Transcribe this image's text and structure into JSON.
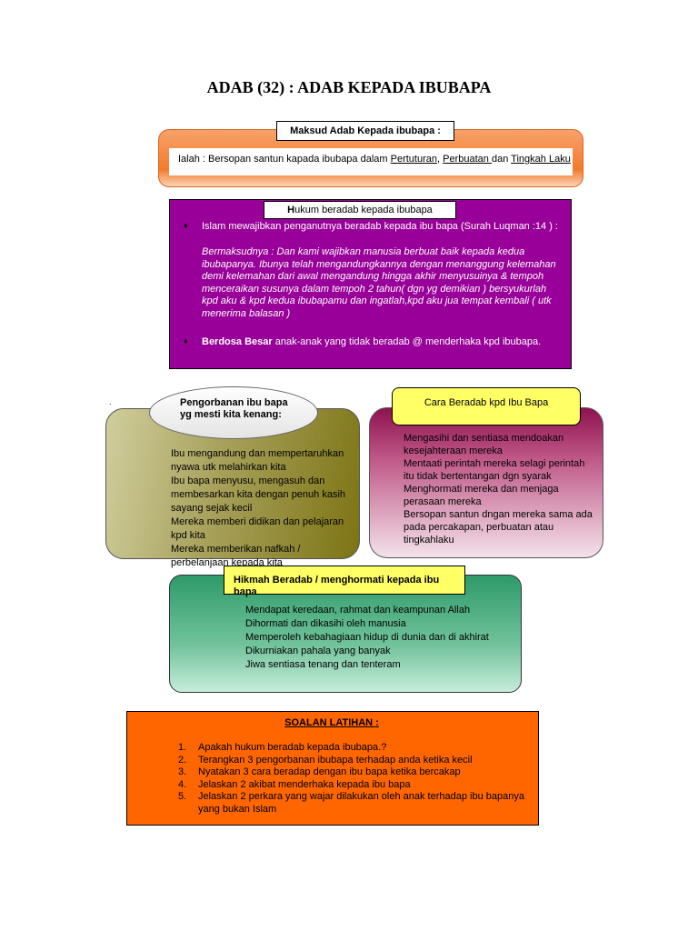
{
  "title": "ADAB (32) : ADAB KEPADA IBUBAPA",
  "maksud": {
    "label": "Maksud Adab Kepada ibubapa :",
    "text_prefix": "Ialah : Bersopan santun kapada ibubapa dalam ",
    "u1": "Pertuturan",
    "sep1": ", ",
    "u2": "Perbuatan ",
    "sep2": " dan ",
    "u3": "Tingkah Laku"
  },
  "hukum": {
    "label_first": "H",
    "label_rest": "ukum beradab kepada ibubapa",
    "bullet": "♦",
    "p1": "Islam mewajibkan penganutnya beradab kepada ibu bapa (Surah Luqman :14 ) :",
    "p2": "Bermaksudnya :  Dan kami wajibkan manusia berbuat baik kepada kedua ibubapanya. Ibunya telah mengandungkannya dengan menanggung kelemahan demi kelemahan dari awal mengandung hingga akhir menyusuinya & tempoh menceraikan susunya dalam tempoh 2 tahun( dgn yg demikian ) bersyukurlah kpd aku & kpd kedua ibubapamu dan ingatlah,kpd aku jua tempat  kembali ( utk menerima balasan )",
    "p3_bold": "Berdosa Besar",
    "p3_rest": " anak-anak yang tidak beradab @ menderhaka kpd ibubapa."
  },
  "pengorbanan": {
    "heading": "Pengorbanan ibu bapa\n yg mesti  kita kenang:",
    "items": [
      "Ibu mengandung dan mempertaruhkan nyawa utk melahirkan kita",
      "Ibu bapa menyusu,  mengasuh dan membesarkan kita dengan penuh kasih sayang sejak kecil",
      "Mereka memberi didikan dan pelajaran kpd kita",
      "Mereka memberikan  nafkah / perbelanjaan kepada kita"
    ],
    "dot": "."
  },
  "cara": {
    "label": "Cara Beradab kpd Ibu Bapa",
    "items": [
      "Mengasihi dan sentiasa mendoakan kesejahteraan mereka",
      "Mentaati perintah mereka selagi perintah itu tidak bertentangan dgn syarak",
      "Menghormati mereka dan menjaga perasaan mereka",
      "Bersopan santun dngan mereka sama ada pada percakapan,  perbuatan atau tingkahlaku"
    ]
  },
  "hikmah": {
    "label": "Hikmah Beradab / menghormati  kepada ibu bapa",
    "items": [
      "Mendapat keredaan, rahmat dan keampunan Allah",
      "Dihormati dan dikasihi oleh manusia",
      "Memperoleh kebahagiaan hidup di dunia dan di akhirat",
      "Dikurniakan pahala yang banyak",
      "Jiwa sentiasa tenang dan tenteram"
    ]
  },
  "soalan": {
    "title": "SOALAN LATIHAN :",
    "questions": [
      {
        "n": "1.",
        "q": "Apakah hukum beradab kepada ibubapa.?"
      },
      {
        "n": "2.",
        "q": "Terangkan  3 pengorbanan ibubapa terhadap anda ketika kecil"
      },
      {
        "n": "3.",
        "q": "Nyatakan 3 cara beradap dengan ibu bapa ketika bercakap"
      },
      {
        "n": "4.",
        "q": "Jelaskan 2 akibat menderhaka kepada ibu bapa"
      },
      {
        "n": "5.",
        "q": "Jelaskan 2 perkara yang wajar dilakukan oleh anak terhadap ibu bapanya yang bukan Islam"
      }
    ]
  }
}
